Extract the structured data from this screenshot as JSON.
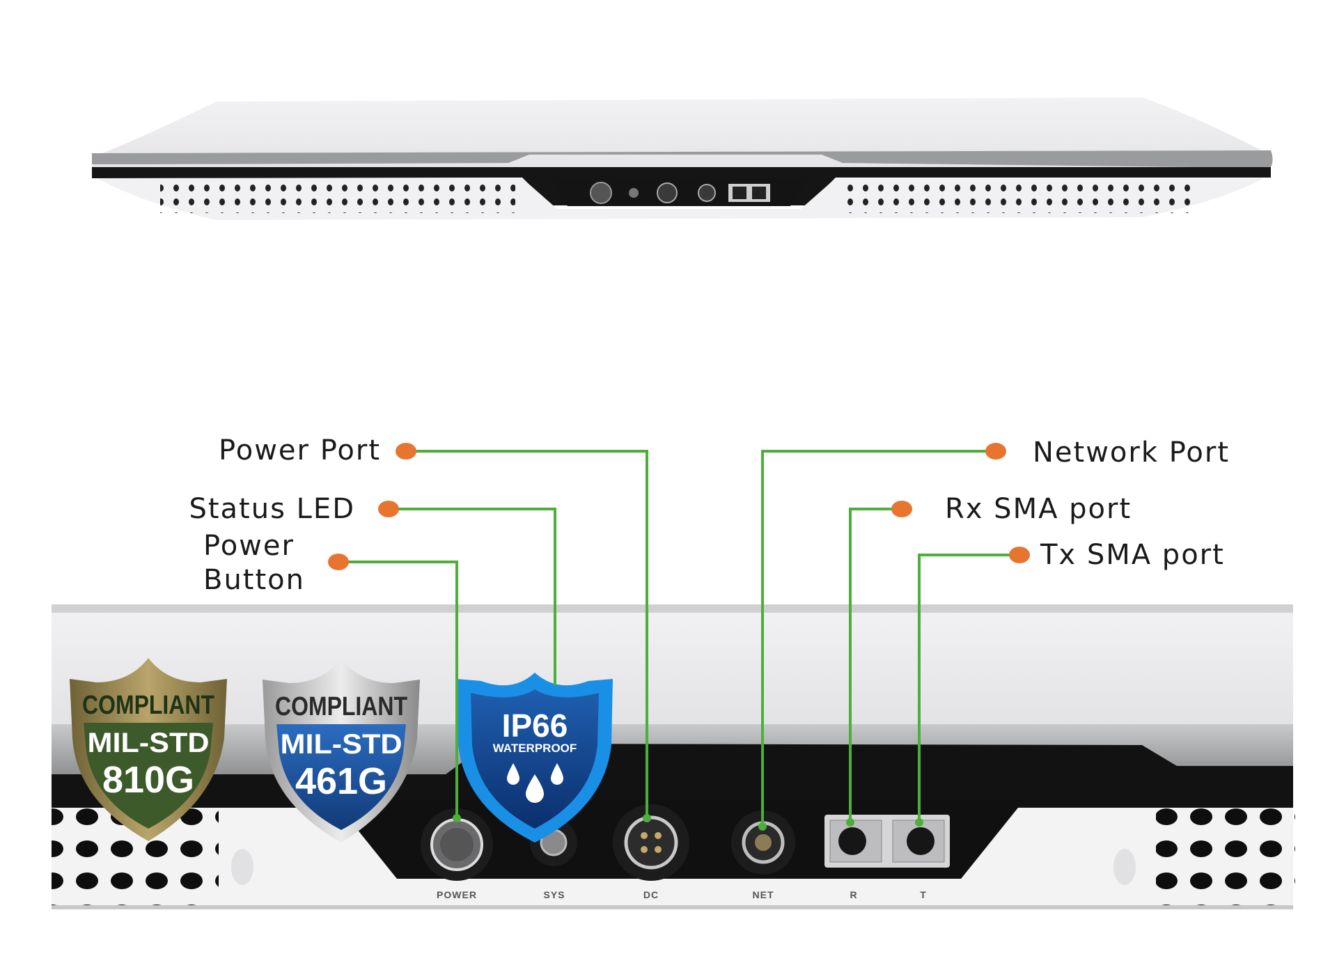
{
  "callouts": {
    "power_port": "Power Port",
    "status_led": "Status LED",
    "power_button_line1": "Power",
    "power_button_line2": "Button",
    "network_port": "Network Port",
    "rx_sma": "Rx SMA port",
    "tx_sma": "Tx SMA port"
  },
  "port_labels": {
    "power": "POWER",
    "sys": "SYS",
    "dc": "DC",
    "net": "NET",
    "r": "R",
    "t": "T"
  },
  "badges": {
    "mil810": {
      "top": "COMPLIANT",
      "mid": "MIL-STD",
      "bottom": "810G"
    },
    "mil461": {
      "top": "COMPLIANT",
      "mid": "MIL-STD",
      "bottom": "461G"
    },
    "ip66": {
      "top": "IP66",
      "sub": "WATERPROOF"
    }
  },
  "colors": {
    "callout_dot": "#e8752f",
    "leader_line": "#4caf3a",
    "gold": "#8b7a45",
    "army_green": "#3d5a2a",
    "navy": "#1d4f9a",
    "ip_blue": "#1a8fe6"
  }
}
